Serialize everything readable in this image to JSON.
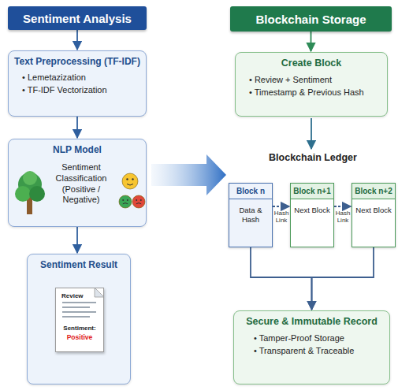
{
  "diagram": {
    "nodes": [
      {
        "text": [
          "Sentiment Analysis"
        ]
      },
      {
        "text": [
          "Text Preprocessing (TF-IDF)",
          "• Lemetazization",
          "• TF-IDF Vectorization"
        ]
      },
      {
        "text": [
          "NLP Model",
          "Sentiment Classification (Positive / Negative)"
        ]
      },
      {
        "text": [
          "Sentiment Result"
        ]
      },
      {
        "text": [
          "Review",
          "Sentiment:",
          "Positive"
        ],
        "in": 3
      },
      {
        "text": [
          "Blockchain Storage"
        ]
      },
      {
        "text": [
          "Create Block",
          "• Review + Sentiment",
          "• Timestamp & Previous Hash"
        ]
      },
      {
        "text": [
          "Block n",
          "Data & Hash"
        ]
      },
      {
        "text": [
          "Block n+1",
          "Next Block"
        ]
      },
      {
        "text": [
          "Block n+2",
          "Next Block"
        ]
      },
      {
        "text": [
          "Secure & Immutable Record",
          "• Tamper-Proof Storage",
          "• Transparent & Traceable"
        ]
      }
    ],
    "edges": [
      {
        "from": 0,
        "to": 1,
        "arrow": "to"
      },
      {
        "from": 1,
        "to": 2,
        "arrow": "to"
      },
      {
        "from": 2,
        "to": 3,
        "arrow": "to"
      },
      {
        "from": 5,
        "to": 6,
        "arrow": "to"
      },
      {
        "from": 7,
        "to": 8,
        "label": "Hash Link",
        "arrow": "to"
      },
      {
        "from": 8,
        "to": 9,
        "label": "Hash Link",
        "arrow": "to"
      },
      {
        "from": 7,
        "to": 10,
        "arrow": "to"
      },
      {
        "from": 9,
        "to": 10,
        "arrow": "to"
      }
    ],
    "labels": [
      "Blockchain Ledger"
    ]
  }
}
